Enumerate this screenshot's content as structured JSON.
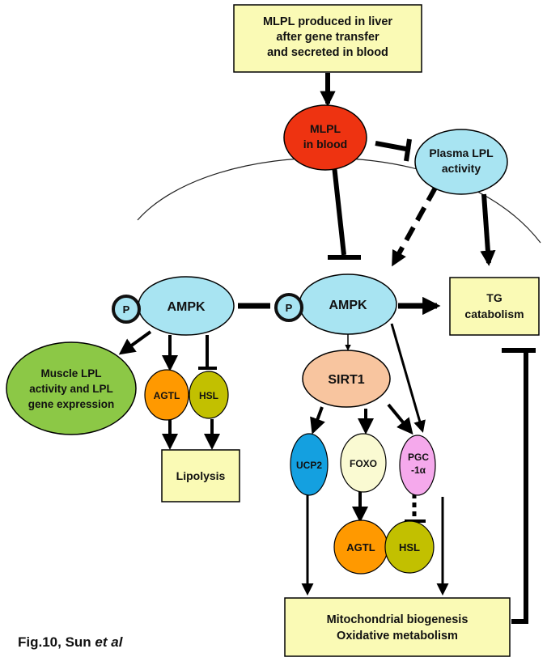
{
  "figure_caption": {
    "prefix": "Fig.10, Sun ",
    "italic": "et al"
  },
  "colors": {
    "box_fill": "#fafab5",
    "red": "#ee3311",
    "cyan": "#a8e4f2",
    "green": "#8cc846",
    "orange": "#ff9900",
    "olive": "#c2c000",
    "peach": "#f8c59f",
    "blue": "#14a0e0",
    "cream": "#fafad2",
    "pink": "#f5a9ec"
  },
  "nodes": {
    "mlpl_liver": {
      "lines": [
        "MLPL produced in liver",
        "after gene transfer",
        "and secreted in blood"
      ]
    },
    "mlpl_blood": {
      "lines": [
        "MLPL",
        "in blood"
      ]
    },
    "plasma_lpl": {
      "lines": [
        "Plasma LPL",
        "activity"
      ]
    },
    "ampk_left": {
      "label": "AMPK"
    },
    "ampk_right": {
      "label": "AMPK"
    },
    "p_left": {
      "label": "P"
    },
    "p_right": {
      "label": "P"
    },
    "tg_catabolism": {
      "lines": [
        "TG",
        "catabolism"
      ]
    },
    "muscle_lpl": {
      "lines": [
        "Muscle LPL",
        "activity and LPL",
        "gene expression"
      ]
    },
    "agtl_left": {
      "label": "AGTL"
    },
    "hsl_left": {
      "label": "HSL"
    },
    "lipolysis": {
      "label": "Lipolysis"
    },
    "sirt1": {
      "label": "SIRT1"
    },
    "ucp2": {
      "label": "UCP2"
    },
    "foxo": {
      "label": "FOXO"
    },
    "pgc": {
      "lines": [
        "PGC",
        "-1α"
      ]
    },
    "agtl_right": {
      "label": "AGTL"
    },
    "hsl_right": {
      "label": "HSL"
    },
    "mito": {
      "lines": [
        "Mitochondrial biogenesis",
        "Oxidative metabolism"
      ]
    }
  }
}
